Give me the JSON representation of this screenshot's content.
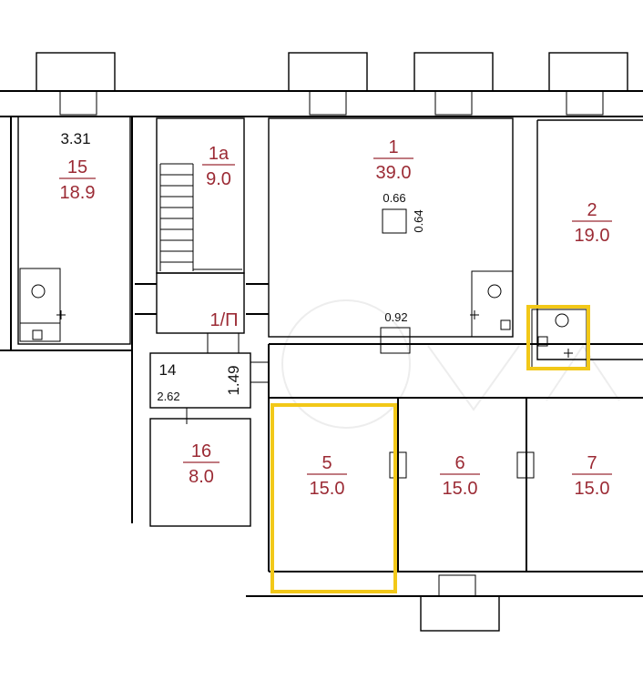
{
  "rooms": {
    "r15": {
      "number": "15",
      "area": "18.9"
    },
    "r1a": {
      "number": "1a",
      "area": "9.0"
    },
    "r1": {
      "number": "1",
      "area": "39.0"
    },
    "r2": {
      "number": "2",
      "area": "19.0"
    },
    "r1p": {
      "number": "1/П"
    },
    "r14": {
      "number": "14"
    },
    "r16": {
      "number": "16",
      "area": "8.0"
    },
    "r5": {
      "number": "5",
      "area": "15.0"
    },
    "r6": {
      "number": "6",
      "area": "15.0"
    },
    "r7": {
      "number": "7",
      "area": "15.0"
    }
  },
  "dimensions": {
    "d331": "3.31",
    "d066": "0.66",
    "d064": "0.64",
    "d092": "0.92",
    "d149": "1.49",
    "d262": "2.62"
  },
  "colors": {
    "wall": "#000000",
    "room_label": "#9b2a34",
    "highlight": "#f2c818"
  }
}
